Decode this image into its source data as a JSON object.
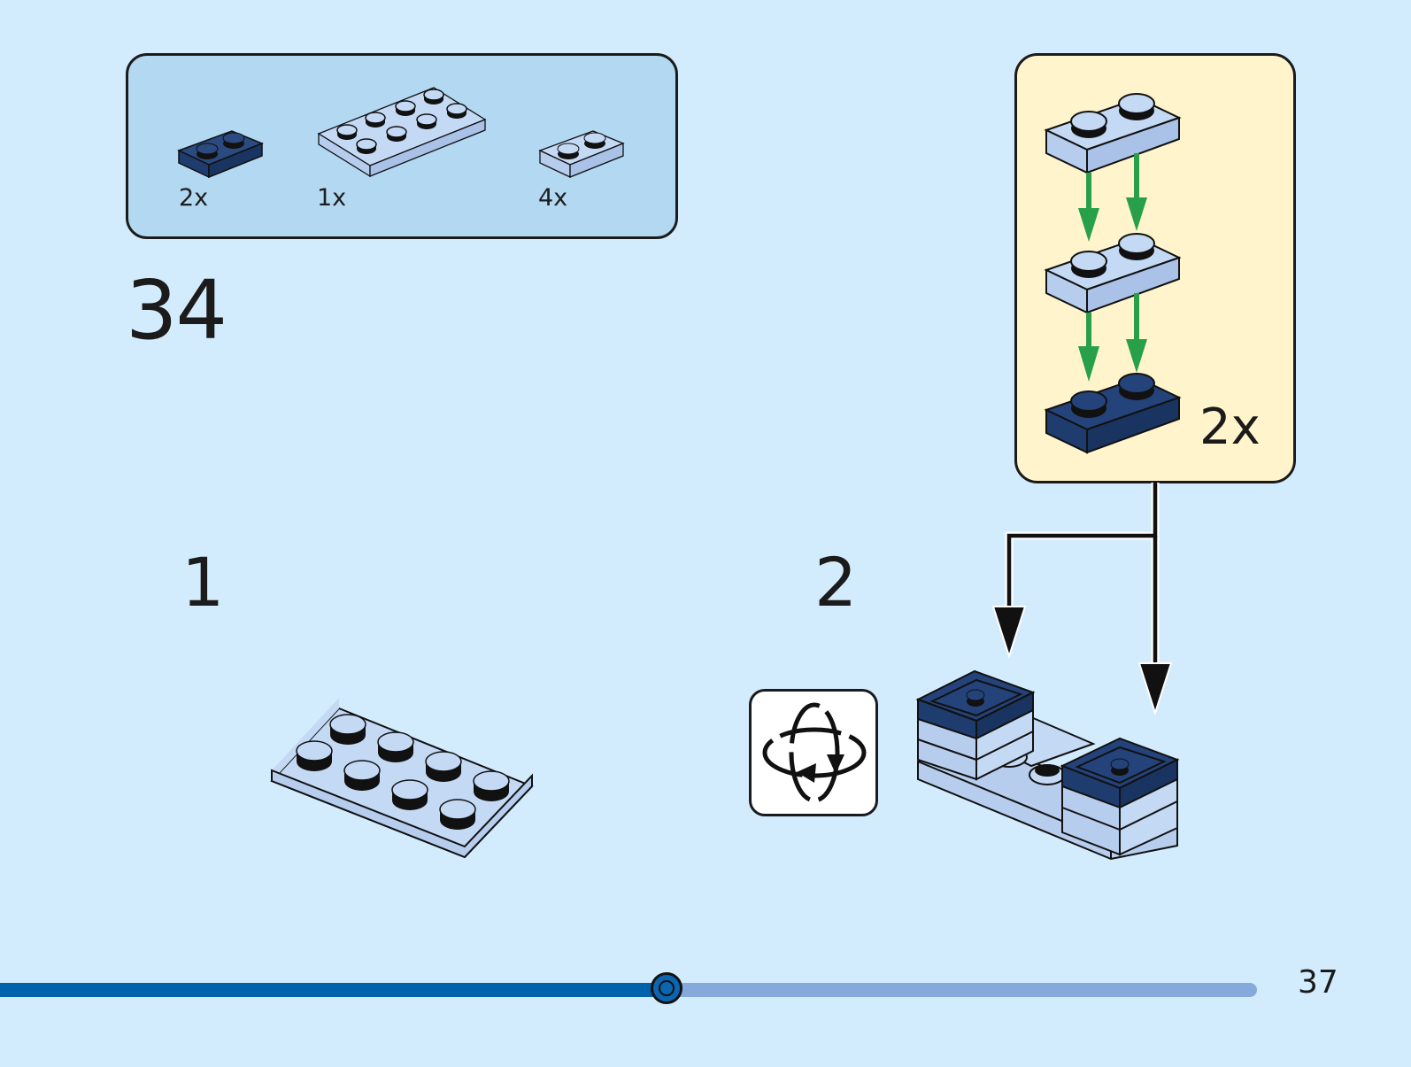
{
  "page": {
    "background_color": "#d3ecfd",
    "step_number": "34",
    "page_number": "37"
  },
  "parts_list": {
    "background_color": "#b3d8f2",
    "items": [
      {
        "part": "plate-1x2",
        "color_name": "dark blue",
        "color": "#1f3c6e",
        "quantity": "2x"
      },
      {
        "part": "plate-2x4",
        "color_name": "light blue",
        "color": "#c4d9f4",
        "quantity": "1x"
      },
      {
        "part": "plate-1x2",
        "color_name": "light blue",
        "color": "#c4d9f4",
        "quantity": "4x"
      }
    ]
  },
  "substeps": [
    {
      "label": "1",
      "description": "plate-2x4 light blue"
    },
    {
      "label": "2",
      "description": "attach two sub-assemblies",
      "rotate_icon": "rotate-model-icon"
    }
  ],
  "sub_assembly": {
    "background_color": "#fff4cc",
    "quantity": "2x",
    "stack": [
      "plate-1x2 light blue",
      "plate-1x2 light blue",
      "plate-1x2 dark blue"
    ],
    "arrow_color": "#27a049"
  },
  "progress": {
    "fraction": 0.53,
    "fill_color": "#0062ab",
    "track_color": "#86a9db"
  },
  "colors": {
    "dark_blue": "#1f3c6e",
    "light_blue": "#c4d9f4",
    "outline": "#111111"
  }
}
